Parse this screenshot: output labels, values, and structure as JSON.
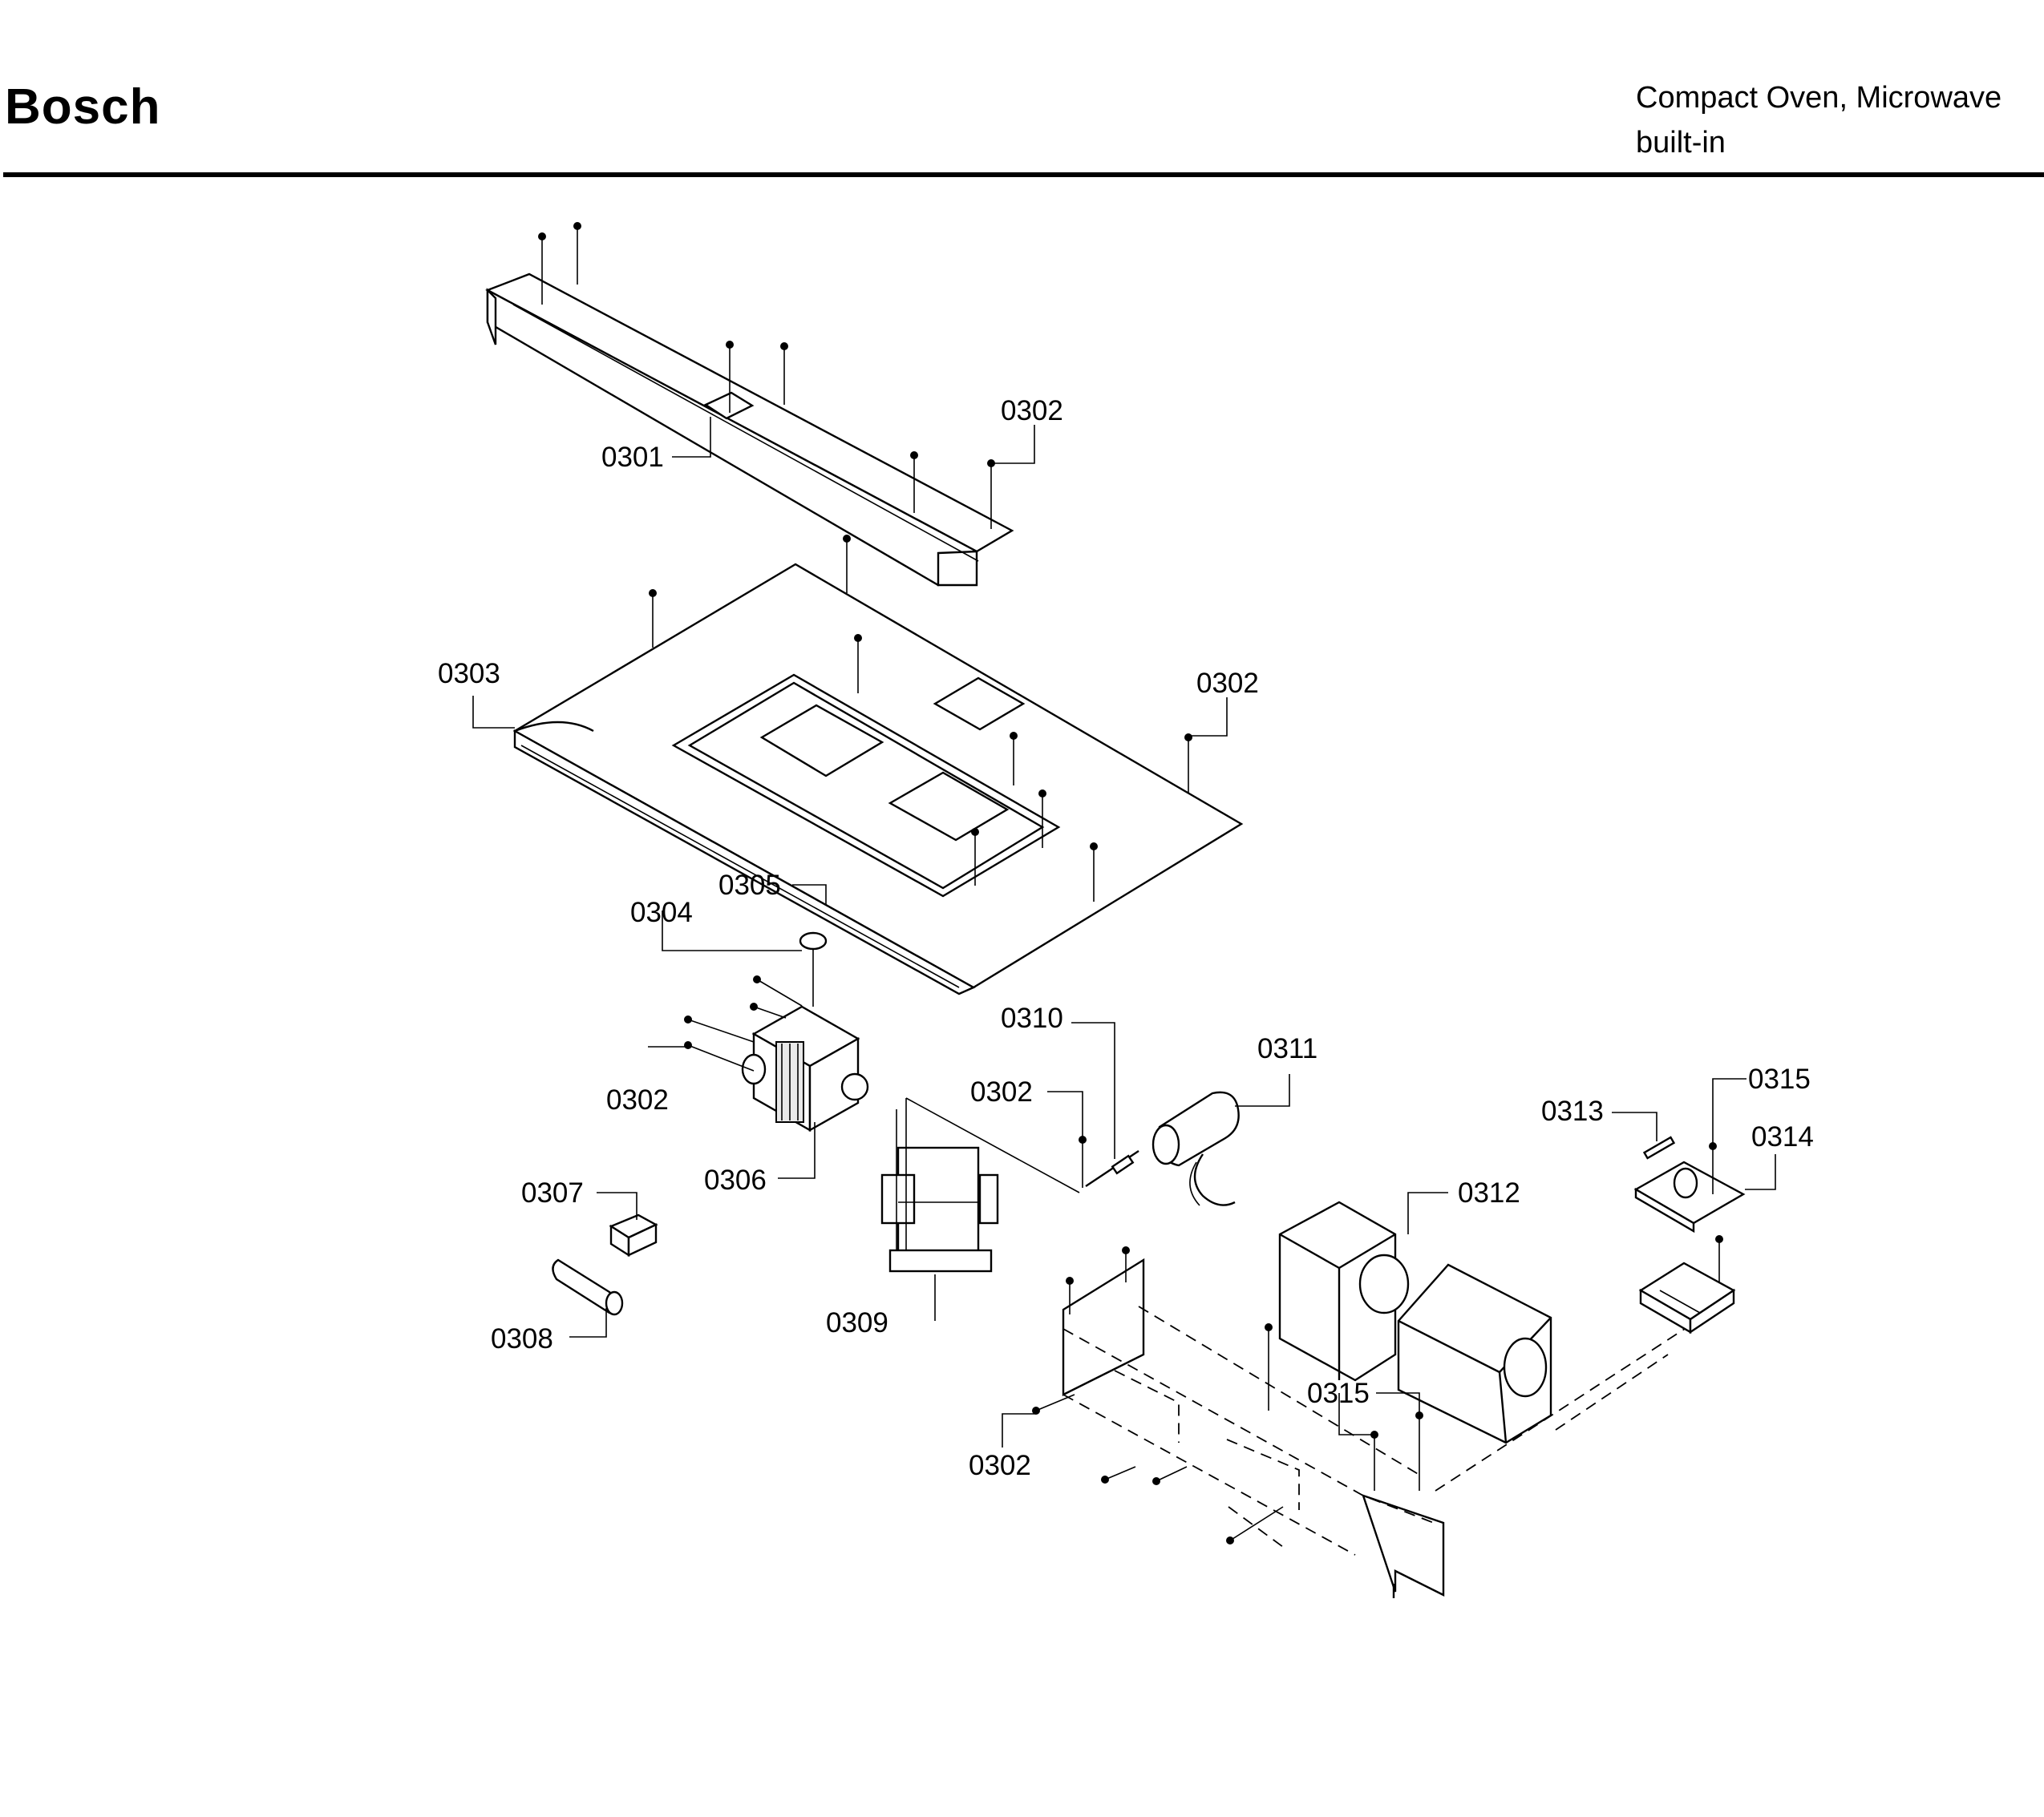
{
  "header": {
    "brand": "Bosch",
    "product_line_1": "Compact Oven, Microwave",
    "product_line_2": "built-in"
  },
  "callouts": [
    {
      "id": "c0301",
      "text": "0301"
    },
    {
      "id": "c0302a",
      "text": "0302"
    },
    {
      "id": "c0303",
      "text": "0303"
    },
    {
      "id": "c0302b",
      "text": "0302"
    },
    {
      "id": "c0305",
      "text": "0305"
    },
    {
      "id": "c0304",
      "text": "0304"
    },
    {
      "id": "c0310",
      "text": "0310"
    },
    {
      "id": "c0311",
      "text": "0311"
    },
    {
      "id": "c0302c",
      "text": "0302"
    },
    {
      "id": "c0302d",
      "text": "0302"
    },
    {
      "id": "c0306",
      "text": "0306"
    },
    {
      "id": "c0313",
      "text": "0313"
    },
    {
      "id": "c0315a",
      "text": "0315"
    },
    {
      "id": "c0314",
      "text": "0314"
    },
    {
      "id": "c0307",
      "text": "0307"
    },
    {
      "id": "c0312",
      "text": "0312"
    },
    {
      "id": "c0309",
      "text": "0309"
    },
    {
      "id": "c0308",
      "text": "0308"
    },
    {
      "id": "c0315b",
      "text": "0315"
    },
    {
      "id": "c0302e",
      "text": "0302"
    }
  ]
}
